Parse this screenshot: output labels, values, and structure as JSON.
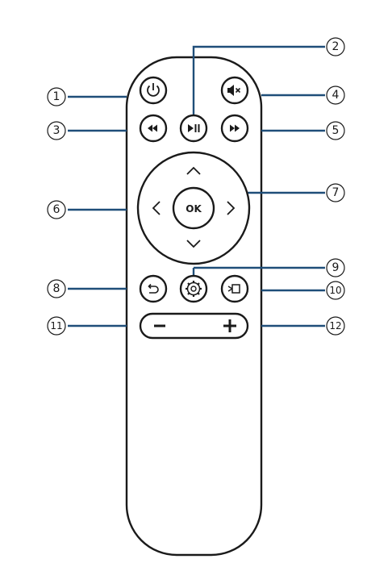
{
  "remote": {
    "ok_label": "OK",
    "buttons": {
      "power": "power-icon",
      "play_pause": "play-pause-icon",
      "mute": "mute-icon",
      "rewind": "rewind-icon",
      "fast_forward": "fast-forward-icon",
      "dpad_up": "chevron-up-icon",
      "dpad_down": "chevron-down-icon",
      "dpad_left": "chevron-left-icon",
      "dpad_right": "chevron-right-icon",
      "back": "back-icon",
      "settings": "gear-icon",
      "input": "input-source-icon",
      "volume_down": "minus-icon",
      "volume_up": "plus-icon"
    }
  },
  "callouts": [
    {
      "id": "1",
      "label": "1"
    },
    {
      "id": "2",
      "label": "2"
    },
    {
      "id": "3",
      "label": "3"
    },
    {
      "id": "4",
      "label": "4"
    },
    {
      "id": "5",
      "label": "5"
    },
    {
      "id": "6",
      "label": "6"
    },
    {
      "id": "7",
      "label": "7"
    },
    {
      "id": "8",
      "label": "8"
    },
    {
      "id": "9",
      "label": "9"
    },
    {
      "id": "10",
      "label": "10"
    },
    {
      "id": "11",
      "label": "11"
    },
    {
      "id": "12",
      "label": "12"
    }
  ],
  "colors": {
    "leader": "#1f4e79",
    "outline": "#1a1a1a",
    "background": "#ffffff"
  }
}
